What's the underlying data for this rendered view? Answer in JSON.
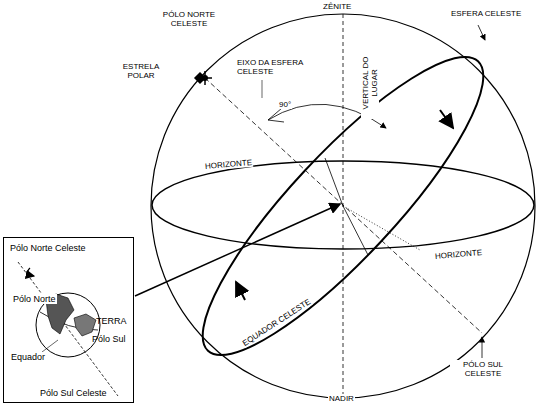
{
  "diagram": {
    "nodes": [
      {
        "text": [
          "Pólo Norte Celeste",
          "Pólo Norte",
          "TERRA",
          "Pólo Sul",
          "Equador",
          "Pólo Sul Celeste"
        ]
      }
    ],
    "labels": [
      "ZÊNITE",
      "ESFERA CELESTE",
      "PÓLO NORTE CELESTE",
      "ESTRELA POLAR",
      "EIXO DA ESFERA CELESTE",
      "VERTICAL DO LUGAR",
      "90°",
      "HORIZONTE",
      "HORIZONTE",
      "EQUADOR CELESTE",
      "PÓLO SUL CELESTE",
      "NADIR"
    ]
  }
}
